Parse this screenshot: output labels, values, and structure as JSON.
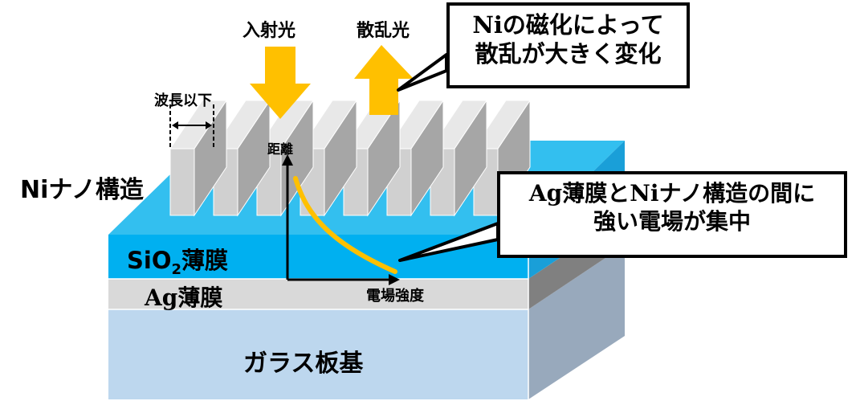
{
  "labels": {
    "incident_light": "入射光",
    "scattered_light": "散乱光",
    "subwavelength": "波長以下",
    "distance_axis": "距離",
    "ni_nanostructure": "Niナノ構造",
    "sio2_prefix": "SiO",
    "sio2_subscript": "2",
    "sio2_suffix": "薄膜",
    "ag_prefix": "Ag",
    "ag_suffix": "薄膜",
    "field_strength_axis": "電場強度",
    "glass_substrate": "ガラス板基"
  },
  "callout_top": {
    "line1_prefix": "Ni",
    "line1_rest": "の磁化によって",
    "line2": "散乱が大きく変化"
  },
  "callout_mid": {
    "line1_prefix": "Ag",
    "line1_mid": "薄膜と",
    "line1_ni": "Ni",
    "line1_rest": "ナノ構造の間に",
    "line2": "強い電場が集中"
  },
  "colors": {
    "glass_front": "#bdd7ee",
    "glass_side": "#98a9bc",
    "ag_front": "#d9d9d9",
    "ag_side": "#808080",
    "sio2_front": "#00b0f0",
    "sio2_top": "#33bfef",
    "fin_front": "#d0d0d0",
    "fin_side": "#a6a6a6",
    "arrow": "#ffc000",
    "curve": "#ffc000"
  },
  "icons": {
    "incident_arrow": "down-arrow",
    "scattered_arrow": "up-arrow"
  }
}
